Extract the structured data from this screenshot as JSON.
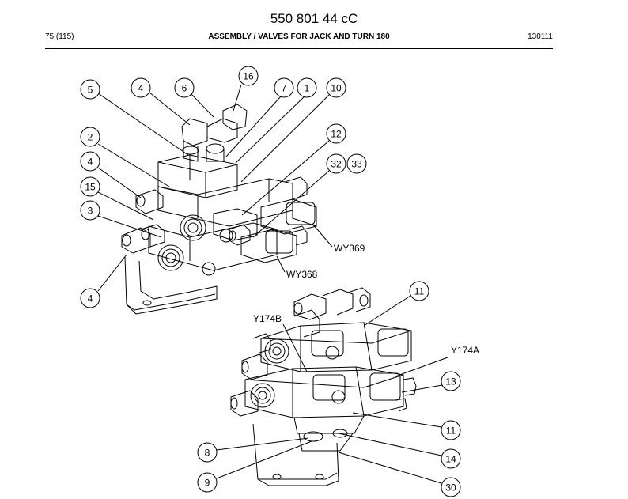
{
  "header": {
    "doc_number": "550 801 44 cC",
    "page_ref": "75 (115)",
    "title": "ASSEMBLY / VALVES FOR JACK AND TURN 180",
    "date": "130111"
  },
  "callouts": [
    "16",
    "5",
    "4",
    "6",
    "7",
    "1",
    "10",
    "2",
    "12",
    "4",
    "32",
    "33",
    "15",
    "3",
    "4",
    "11",
    "13",
    "11",
    "8",
    "14",
    "9",
    "30"
  ],
  "labels": {
    "wy369": "WY369",
    "wy368": "WY368",
    "y174b": "Y174B",
    "y174a": "Y174A"
  }
}
